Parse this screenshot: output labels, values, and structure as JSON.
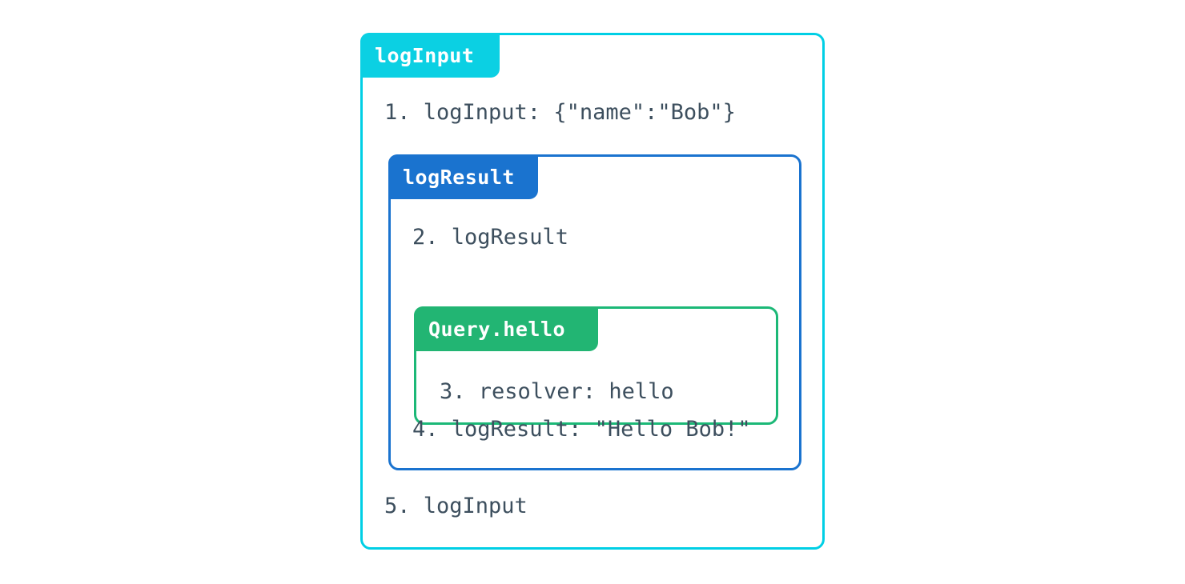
{
  "diagram": {
    "type": "nested-execution-trace",
    "background_color": "#ffffff",
    "text_color": "#3d4f5e",
    "boxes": [
      {
        "id": "logInput",
        "label": "logInput",
        "accent_color": "#00cfe5",
        "label_background": "#0bd0e3",
        "level": 0,
        "lines": [
          {
            "number": "1.",
            "text": "1. logInput: {\"name\":\"Bob\"}"
          },
          {
            "number": "5.",
            "text": "5. logInput"
          }
        ]
      },
      {
        "id": "logResult",
        "label": "logResult",
        "accent_color": "#1a73cf",
        "label_background": "#1a73cf",
        "level": 1,
        "lines": [
          {
            "number": "2.",
            "text": "2. logResult"
          },
          {
            "number": "4.",
            "text": "4. logResult: \"Hello Bob!\""
          }
        ]
      },
      {
        "id": "Query.hello",
        "label": "Query.hello",
        "accent_color": "#1cb877",
        "label_background": "#22b573",
        "level": 2,
        "lines": [
          {
            "number": "3.",
            "text": "3. resolver: hello"
          }
        ]
      }
    ]
  }
}
